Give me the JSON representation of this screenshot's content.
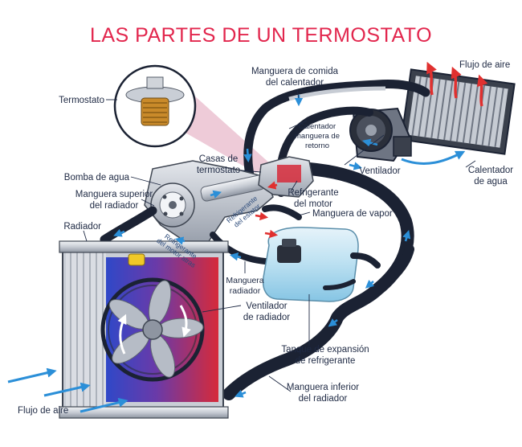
{
  "title": "LAS PARTES DE UN TERMOSTATO",
  "labels": {
    "termostato": "Termostato",
    "manguera_comida_l1": "Manguera de comida",
    "manguera_comida_l2": "del calentador",
    "flujo_aire_top": "Flujo de aire",
    "calentador_retorno_l1": "Calentador",
    "calentador_retorno_l2": "manguera de",
    "calentador_retorno_l3": "retorno",
    "casas_l1": "Casas de",
    "casas_l2": "termostato",
    "bomba_agua": "Bomba de agua",
    "manguera_superior_l1": "Manguera superior",
    "manguera_superior_l2": "del radiador",
    "ventilador": "Ventilador",
    "calentador_agua_l1": "Calentador",
    "calentador_agua_l2": "de agua",
    "refrigerante_motor_l1": "Refrigerante",
    "refrigerante_motor_l2": "del motor",
    "manguera_vapor": "Manguera de vapor",
    "radiador": "Radiador",
    "manguera_radiador_l1": "Manguera",
    "manguera_radiador_l2": "radiador",
    "ventilador_radiador_l1": "Ventilador",
    "ventilador_radiador_l2": "de radiador",
    "tanque_l1": "Tanque de expansión",
    "tanque_l2": "de refrigerante",
    "manguera_inferior_l1": "Manguera inferior",
    "manguera_inferior_l2": "del radiador",
    "flujo_aire_bottom": "Flujo de aire",
    "refrigerante_estator_l1": "Refrigerante",
    "refrigerante_estator_l2": "del estator",
    "refrigerante_motor_small_l1": "Refrigerante",
    "refrigerante_motor_small_l2": "del motor atras"
  },
  "colors": {
    "title": "#e2264d",
    "label": "#1f2a44",
    "hose": "#1b2233",
    "flow_arrow": "#2b8fd8",
    "hot_arrow": "#e0302f",
    "radiator_blue": "#2f48c8",
    "radiator_red": "#d62a3a",
    "tank": "#9fd4ec",
    "highlight_cone": "#e8b9cb"
  }
}
